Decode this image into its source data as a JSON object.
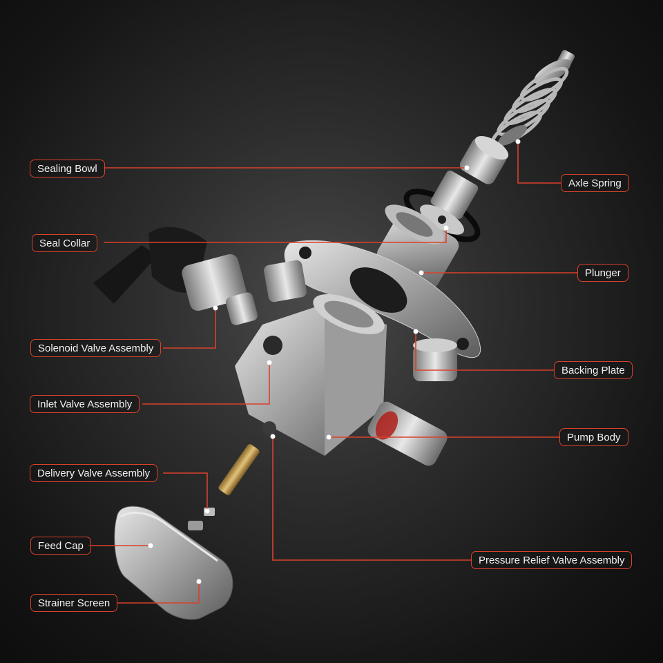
{
  "colors": {
    "accent": "#d9412c",
    "background": "#1a1a1a",
    "text": "#f2f2f2"
  },
  "labels": {
    "sealing_bowl": "Sealing Bowl",
    "seal_collar": "Seal Collar",
    "solenoid_valve_assembly": "Solenoid Valve Assembly",
    "inlet_valve_assembly": "Inlet Valve Assembly",
    "delivery_valve_assembly": "Delivery Valve Assembly",
    "feed_cap": "Feed Cap",
    "strainer_screen": "Strainer Screen",
    "axle_spring": "Axle Spring",
    "plunger": "Plunger",
    "backing_plate": "Backing Plate",
    "pump_body": "Pump Body",
    "pressure_relief_valve_assembly": "Pressure Relief Valve Assembly"
  }
}
